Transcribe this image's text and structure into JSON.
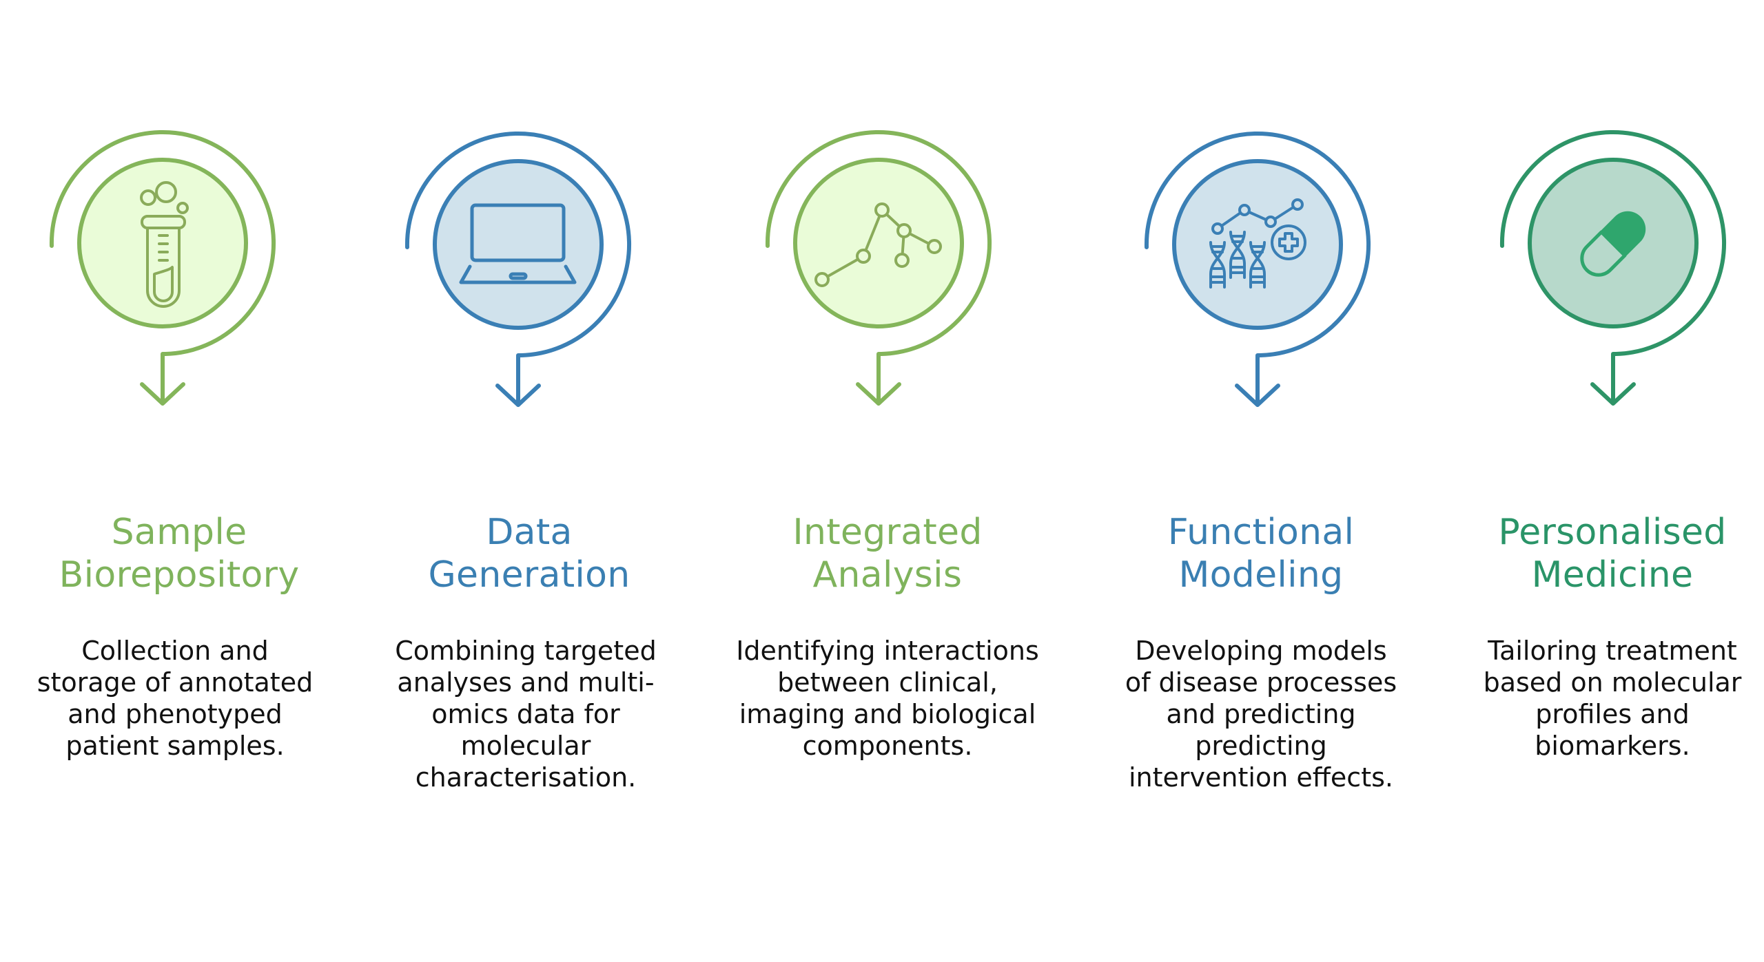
{
  "steps": [
    {
      "title_lines": [
        "Sample",
        "Biorepository"
      ],
      "desc_lines": [
        "Collection and",
        "storage of annotated",
        "and phenotyped",
        "patient samples."
      ],
      "icon": "test-tube-icon",
      "colors": {
        "accent": "#84b55a",
        "icon": "#8aab5a",
        "fill": "#eafcd8",
        "title": "#7fb35c"
      }
    },
    {
      "title_lines": [
        "Data",
        "Generation"
      ],
      "desc_lines": [
        "Combining targeted",
        "analyses and multi-",
        "omics data for",
        "molecular",
        "characterisation."
      ],
      "icon": "laptop-icon",
      "colors": {
        "accent": "#3a7fb5",
        "icon": "#3a7fb5",
        "fill": "#d0e2ec",
        "title": "#3a7fb2"
      }
    },
    {
      "title_lines": [
        "Integrated",
        "Analysis"
      ],
      "desc_lines": [
        "Identifying interactions",
        "between clinical,",
        "imaging and biological",
        "components."
      ],
      "icon": "network-graph-icon",
      "colors": {
        "accent": "#84b55a",
        "icon": "#8aab5a",
        "fill": "#eafcd8",
        "title": "#7fb35c"
      }
    },
    {
      "title_lines": [
        "Functional",
        "Modeling"
      ],
      "desc_lines": [
        "Developing models",
        "of disease processes",
        "and predicting",
        "predicting",
        "intervention effects."
      ],
      "icon": "dna-chart-medical-icon",
      "colors": {
        "accent": "#3a7fb5",
        "icon": "#3a7fb5",
        "fill": "#d0e2ec",
        "title": "#3a7fb2"
      }
    },
    {
      "title_lines": [
        "Personalised",
        "Medicine"
      ],
      "desc_lines": [
        "Tailoring treatment",
        "based on molecular",
        "profiles and",
        "biomarkers."
      ],
      "icon": "pill-capsule-icon",
      "colors": {
        "accent": "#2e9467",
        "icon": "#2fa66d",
        "fill": "#b7d9cb",
        "title": "#2a9468"
      }
    }
  ]
}
